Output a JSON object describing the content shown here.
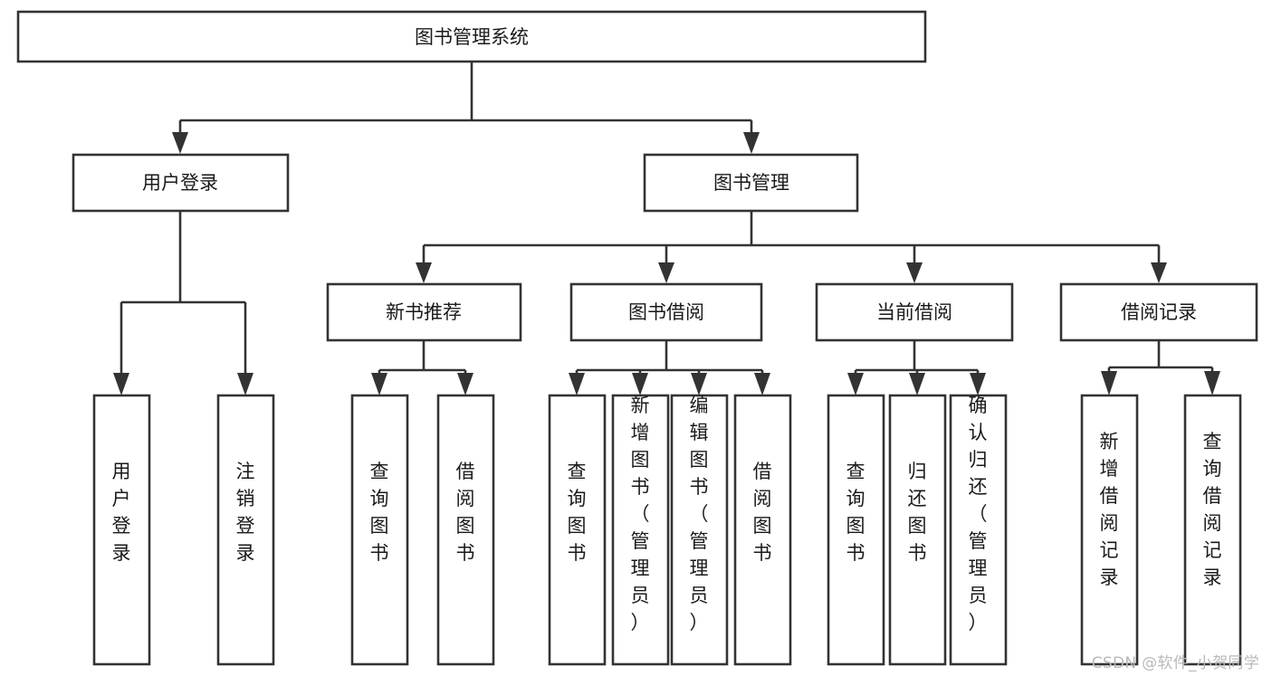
{
  "diagram": {
    "type": "tree-hierarchy-chart",
    "title": "图书管理系统",
    "watermark": "CSDN @软件_小贺同学",
    "colors": {
      "box_stroke": "#333333",
      "box_fill": "#ffffff",
      "text": "#1a1a1a",
      "background": "#ffffff",
      "watermark": "#b9b9b9"
    },
    "root": {
      "label": "图书管理系统"
    },
    "level2": [
      {
        "label": "用户登录"
      },
      {
        "label": "图书管理"
      }
    ],
    "level3": [
      {
        "label": "新书推荐",
        "parent": "图书管理"
      },
      {
        "label": "图书借阅",
        "parent": "图书管理"
      },
      {
        "label": "当前借阅",
        "parent": "图书管理"
      },
      {
        "label": "借阅记录",
        "parent": "图书管理"
      }
    ],
    "leaves": {
      "user_login": [
        {
          "label": "用户登录"
        },
        {
          "label": "注销登录"
        }
      ],
      "new_book": [
        {
          "label": "查询图书"
        },
        {
          "label": "借阅图书"
        }
      ],
      "book_borrow": [
        {
          "label": "查询图书"
        },
        {
          "label": "新增图书（管理员）"
        },
        {
          "label": "编辑图书（管理员）"
        },
        {
          "label": "借阅图书"
        }
      ],
      "current_borrow": [
        {
          "label": "查询图书"
        },
        {
          "label": "归还图书"
        },
        {
          "label": "确认归还（管理员）"
        }
      ],
      "borrow_record": [
        {
          "label": "新增借阅记录"
        },
        {
          "label": "查询借阅记录"
        }
      ]
    }
  }
}
